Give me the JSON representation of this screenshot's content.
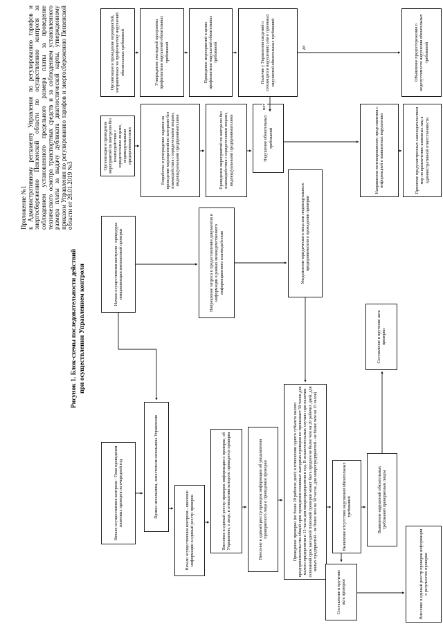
{
  "page": {
    "appendix_label": "Приложение №1",
    "appendix_text": "к Административному регламенту Управления по регулированию тарифов и энергосбережению Пензенской области по осуществлению контроля за соблюдением установленного предельного размера платы за проведение технического осмотра транспортных средств и за соблюдением установленного размера платы за выдачу дубликата диагностической карты, утвержденному приказом Управления по регулированию тарифов и энергосбережению Пензенской области от 28.01.2019 №3",
    "figure_caption_line1": "Рисунок 1. Блок-схемы последовательности действий",
    "figure_caption_line2": "при осуществлении Управлением контроля"
  },
  "flowchart": {
    "boxes": {
      "plan_start": {
        "text": "Начало осуществления контроля - План проведения плановых проверок на очередной год"
      },
      "order": {
        "text": "Приказ начальника, заместителя начальника Управления"
      },
      "registry_start": {
        "text": "Начало осуществления контроля - внесение информации в единый реестр проверок"
      },
      "registry_info": {
        "text": "Внесение в единый реестр проверок информации о проверке, об Управлении, о лице, в отношении которого проводится проверка"
      },
      "registry_notice": {
        "text": "Внесение в единый реестр проверок информации об уведомлении проверяемого лица о проведении проверки"
      },
      "inspection": {
        "text": "Проведение проверки (не более 20 рабочих дней; в отношении одного субъекта малого предпринимательства общий срок проведения плановых выездных проверок не превышает 50 часов для малого предприятия и 15 часов для микропредприятия в год. В исключительных случаях при наличии оснований срок выездной плановой проверки может быть продлен не более чем на 20 рабочих дней, для малых предприятий - не более чем на 50 часов, для микропредприятий - не более чем на 15 часов)"
      },
      "no_violations": {
        "text": "Выявление отсутствия нарушений обязательных требований"
      },
      "act_no_violations": {
        "text": "Составление и вручение акта проверки"
      },
      "violations": {
        "text": "Выявление нарушений обязательных требований проверяемым лицом"
      },
      "act_violations": {
        "text": "Составление и вручение акта проверки"
      },
      "registry_results": {
        "text": "Внесение в единый реестр проверок информации о результатах проверки"
      },
      "unplanned_start": {
        "text": "Начало осуществления контроля - процедуры инициализации внеплановой проверки"
      },
      "interagency_request": {
        "text": "Направление запроса о предоставлении документов и информации в рамках межведомственного информационного взаимодействия"
      },
      "notify": {
        "text": "Уведомление юридического лица или индивидуального предпринимателя о проведении проверки"
      },
      "noninteraction_start": {
        "text": "Организация и проведение мероприятий по контролю без взаимодействия с юридическими лицами, индивидуальными предпринимателями"
      },
      "noninteraction_task": {
        "text": "Разработка и утверждение задания на проведение мероприятий по контролю без взаимодействия с юридическими лицами, индивидуальными предпринимателями"
      },
      "noninteraction_conduct": {
        "text": "Проведение мероприятий по контролю без взаимодействия с юридическими лицами, индивидуальными предпринимателями"
      },
      "noninteraction_violation": {
        "text": "Нарушение обязательных требований"
      },
      "noninteraction_motivated": {
        "text": "Направление мотивированного представления с информацией о выявленных нарушениях"
      },
      "noninteraction_measures": {
        "text": "Принятие предусмотренных законодательством мер по привлечению виновных лиц к административной ответственности"
      },
      "prevention_start": {
        "text": "Организация и проведение мероприятий, направленных на профилактику нарушений обязательных требований"
      },
      "prevention_program": {
        "text": "Утверждение ежегодной программы профилактики нарушений обязательных требований"
      },
      "prevention_conduct": {
        "text": "Проведение мероприятий в целях профилактики нарушений обязательных требований"
      },
      "prevention_knowledge": {
        "text": "Наличие у Управления сведений о готовящихся нарушениях или о признаках нарушений обязательных требований"
      },
      "prevention_warning": {
        "text": "Объявление предостережения о недопустимости нарушения обязательных требований"
      }
    },
    "labels": {
      "yes": "да",
      "no": "нет"
    }
  }
}
